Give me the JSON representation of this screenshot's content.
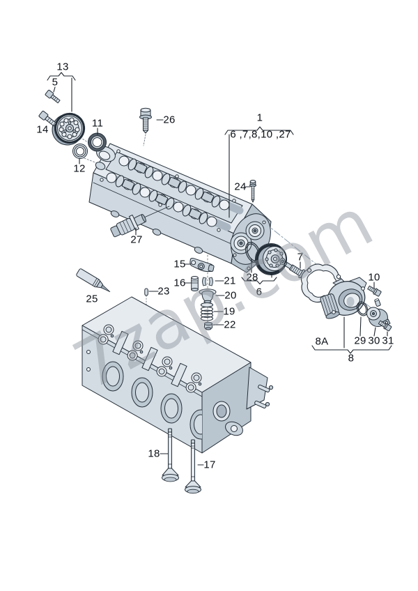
{
  "watermark": {
    "text": "7zap.com"
  },
  "callouts": {
    "13": "13",
    "5": "5",
    "14": "14",
    "11": "11",
    "12": "12",
    "26": "26",
    "1": "1",
    "group1": "6 ,7,8,10 ,27",
    "24": "24",
    "27": "27",
    "28": "28",
    "6": "6",
    "7": "7",
    "10": "10",
    "15": "15",
    "16": "16",
    "21": "21",
    "20": "20",
    "19": "19",
    "22": "22",
    "23": "23",
    "25": "25",
    "8A": "8A",
    "29": "29",
    "30": "30",
    "31": "31",
    "8": "8",
    "18": "18",
    "17": "17"
  },
  "colors": {
    "line": "#242e38",
    "fill_light": "#e6ebf0",
    "fill_mid": "#cfd8e0",
    "fill_dark": "#aab7c3",
    "centerline": "#8fa0b0",
    "watermark_gray": "#8a9198"
  }
}
